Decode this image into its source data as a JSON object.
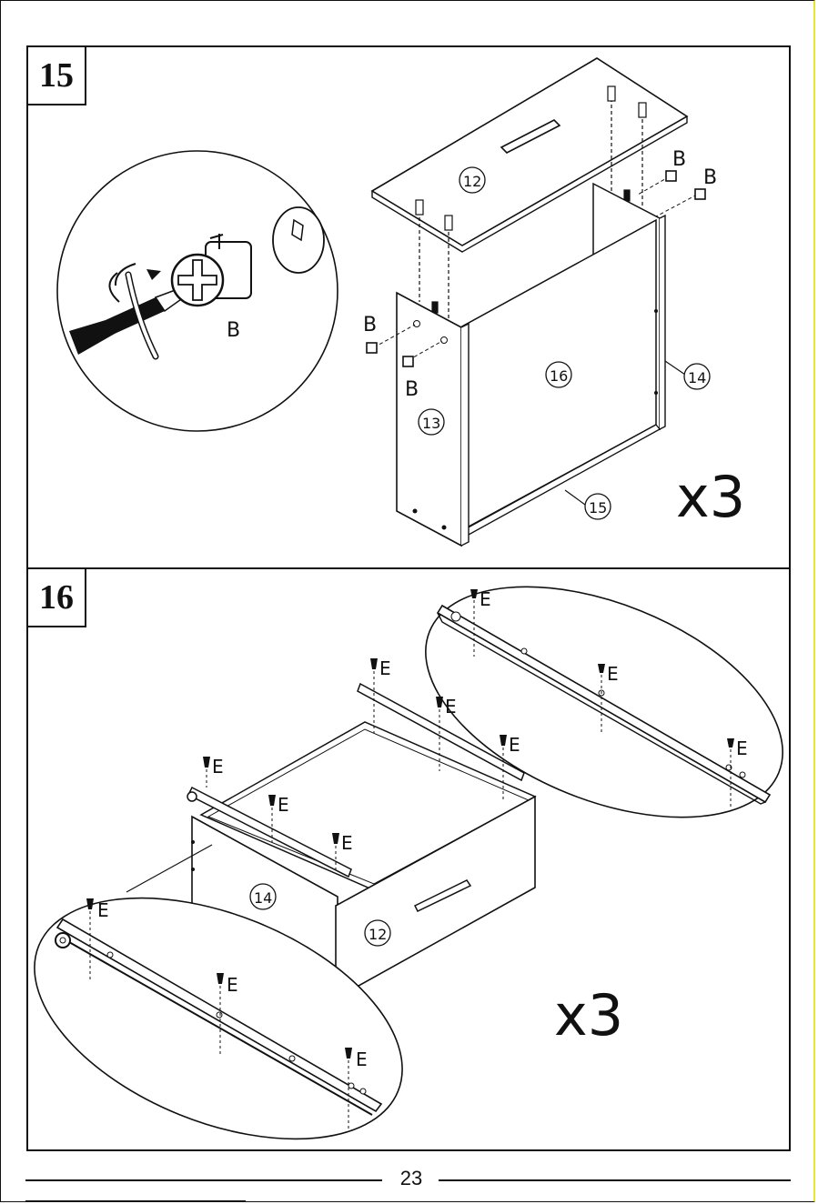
{
  "steps": [
    {
      "number": "15",
      "quantity": "x3",
      "fitting_label": "B",
      "part_labels": [
        "12",
        "16",
        "14",
        "13",
        "15"
      ]
    },
    {
      "number": "16",
      "quantity": "x3",
      "fitting_label": "E",
      "part_labels": [
        "14",
        "12"
      ]
    }
  ],
  "footer": {
    "page_number": "23"
  },
  "icons": [
    "screwdriver-icon",
    "cam-lock-icon",
    "dowel-icon",
    "screw-icon",
    "drawer-slide-icon"
  ]
}
